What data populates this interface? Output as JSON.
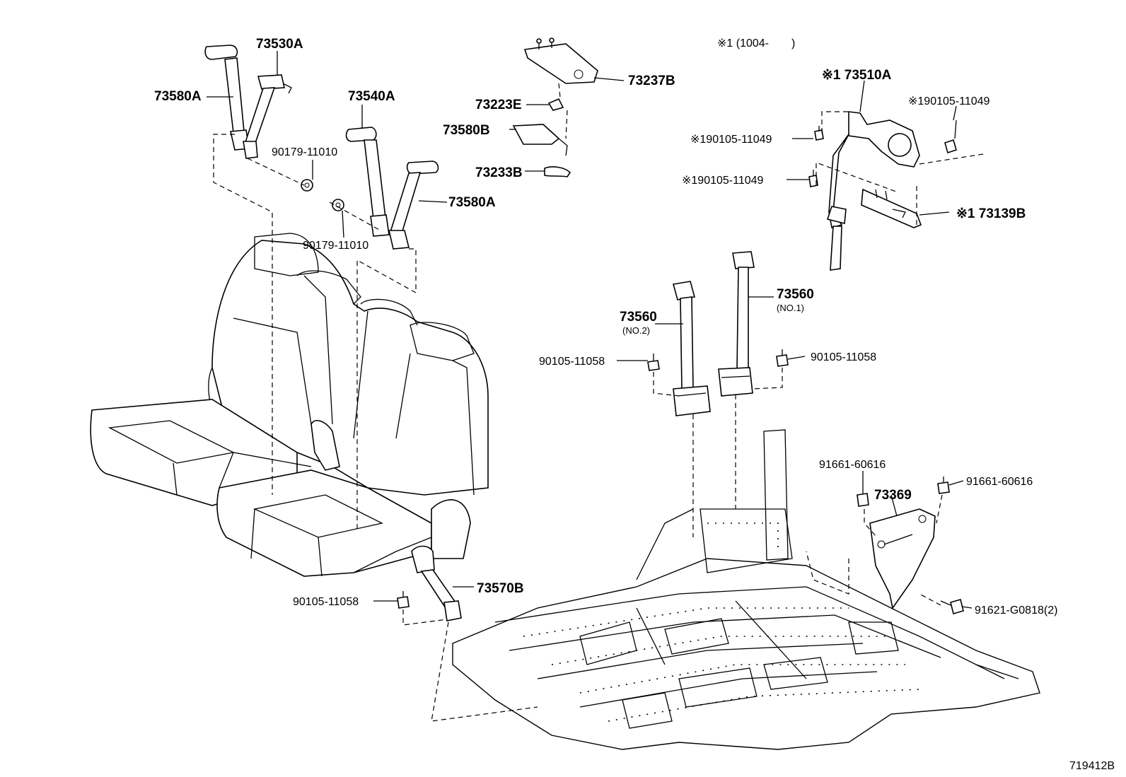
{
  "note_range": "※1 (1004-　　)",
  "diagram_id": "719412B",
  "labels": {
    "p73530A": "73530A",
    "p73580A_1": "73580A",
    "p90179_1": "90179-11010",
    "p73540A": "73540A",
    "p90179_2": "90179-11010",
    "p73580A_2": "73580A",
    "p73237B": "73237B",
    "p73223E": "73223E",
    "p73580B": "73580B",
    "p73233B": "73233B",
    "p73510A": "※1 73510A",
    "p90105_11049_a": "※190105-11049",
    "p90105_11049_b": "※190105-11049",
    "p90105_11049_c": "※190105-11049",
    "p73139B": "※1 73139B",
    "p73560_no1": "73560",
    "p73560_no1_sub": "(NO.1)",
    "p73560_no2": "73560",
    "p73560_no2_sub": "(NO.2)",
    "p90105_11058_a": "90105-11058",
    "p90105_11058_b": "90105-11058",
    "p90105_11058_c": "90105-11058",
    "p91661_a": "91661-60616",
    "p91661_b": "91661-60616",
    "p73369": "73369",
    "p91621": "91621-G0818(2)",
    "p73570B": "73570B"
  }
}
